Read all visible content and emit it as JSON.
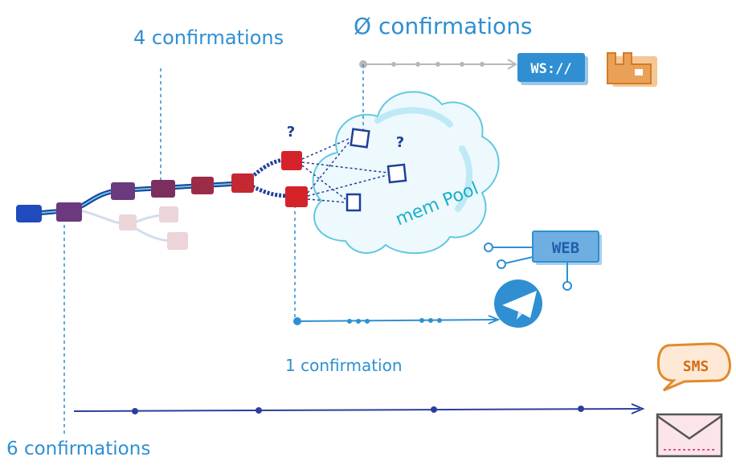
{
  "labels": {
    "four_conf": "4 confirmations",
    "zero_conf": "Ø confirmations",
    "one_conf": "1 confirmation",
    "six_conf": "6 confirmations",
    "mempool": "mem Pool",
    "question_1": "?",
    "question_2": "?"
  },
  "icons": {
    "ws": "WS://",
    "web": "WEB",
    "sms": "SMS",
    "telegram": "telegram-icon",
    "mail": "mail-icon",
    "database": "database-icon"
  },
  "colors": {
    "blue": "#2f8fd2",
    "navy": "#1f3f9a",
    "block_purple": "#6b3a7e",
    "block_red": "#d4242a",
    "orange": "#e08a2c",
    "cloud": "#5fc9e0"
  }
}
